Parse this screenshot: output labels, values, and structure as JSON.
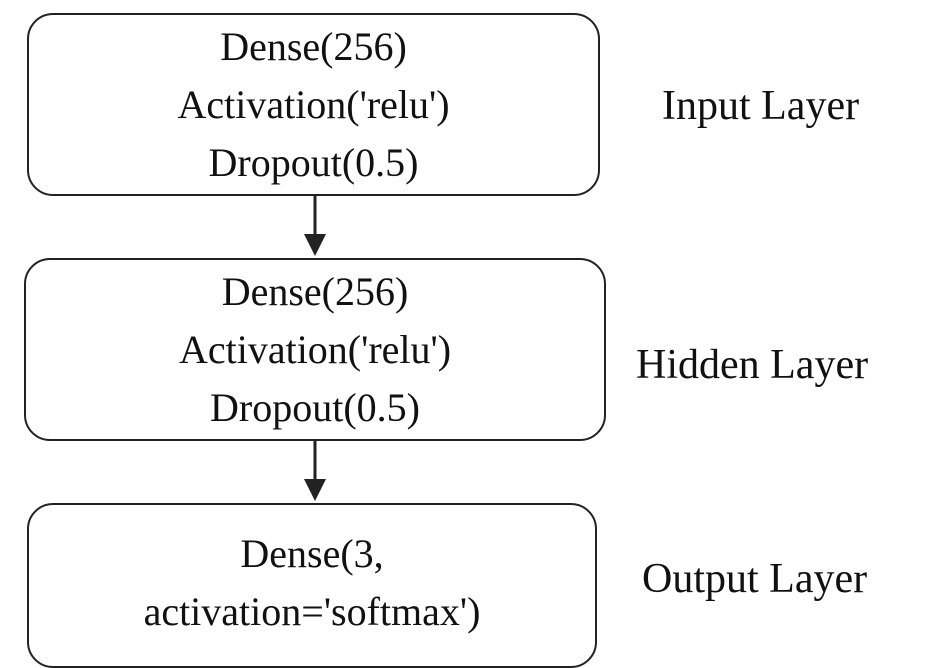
{
  "diagram": {
    "layers": [
      {
        "lines": [
          "Dense(256)",
          "Activation('relu')",
          "Dropout(0.5)"
        ],
        "label": "Input Layer"
      },
      {
        "lines": [
          "Dense(256)",
          "Activation('relu')",
          "Dropout(0.5)"
        ],
        "label": "Hidden Layer"
      },
      {
        "lines": [
          "Dense(3,",
          "activation='softmax')"
        ],
        "label": "Output Layer"
      }
    ],
    "connectors": [
      {
        "from": "Input Layer",
        "to": "Hidden Layer"
      },
      {
        "from": "Hidden Layer",
        "to": "Output Layer"
      }
    ],
    "colors": {
      "stroke": "#222222",
      "text": "#111111",
      "background": "#ffffff"
    }
  }
}
